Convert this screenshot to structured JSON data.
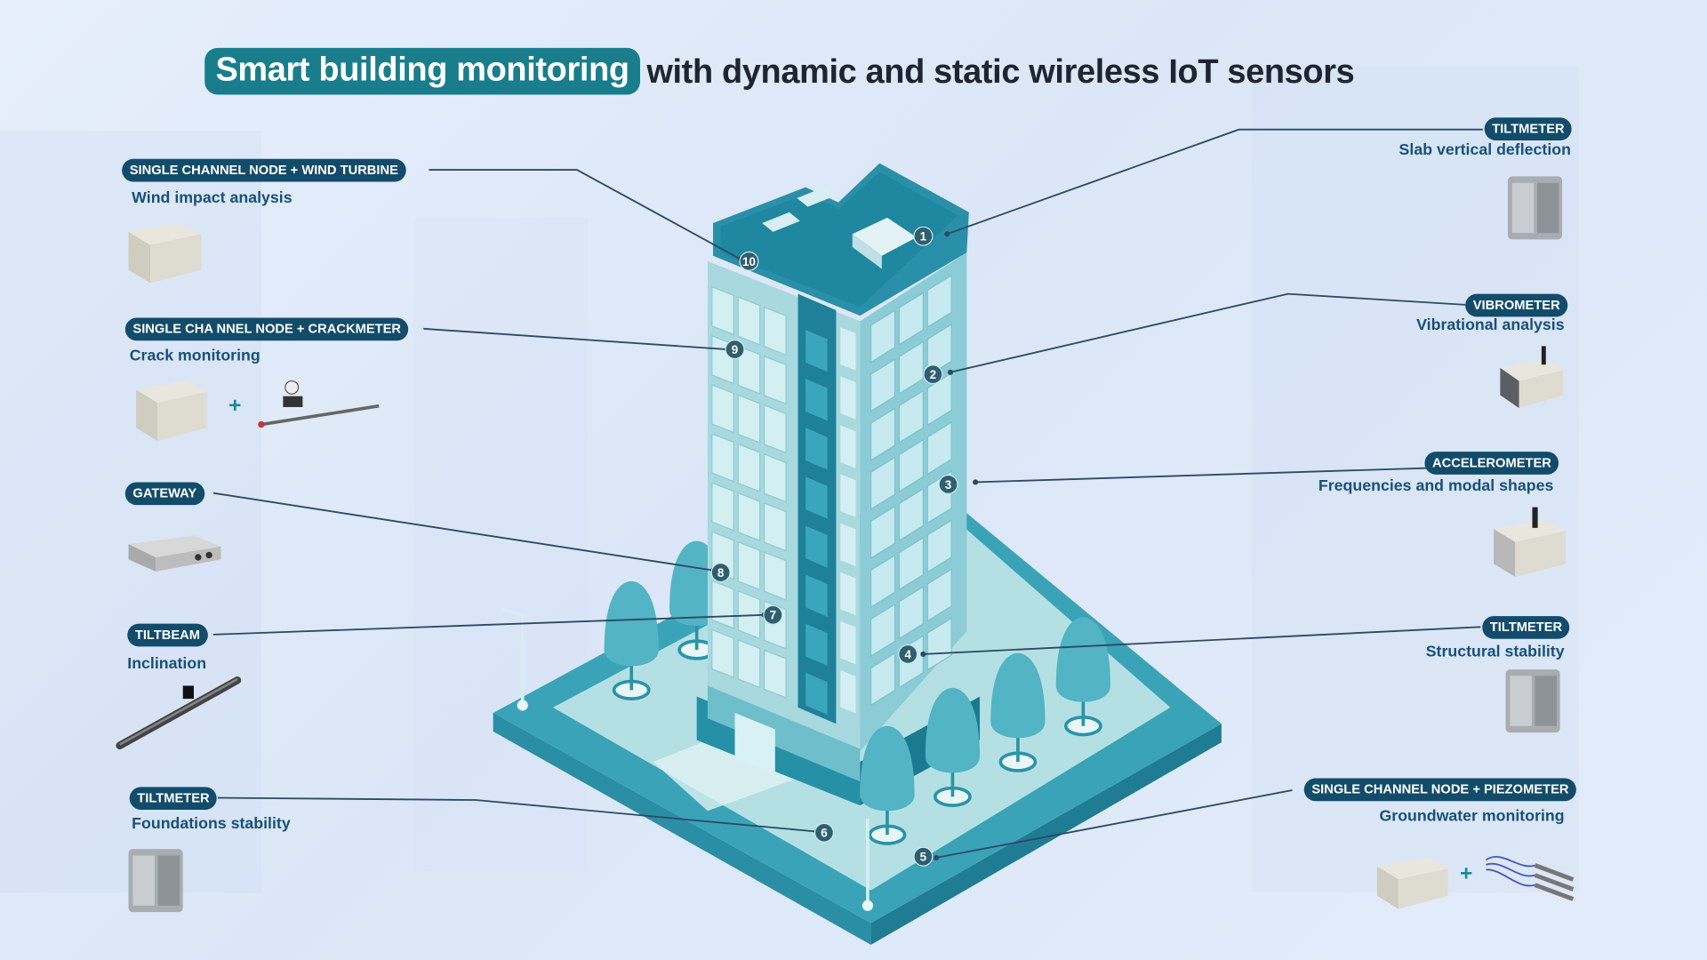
{
  "title": {
    "highlight": "Smart building monitoring",
    "rest": "with dynamic and static wireless IoT sensors"
  },
  "left_sensors": [
    {
      "badge": "SINGLE CHANNEL NODE + WIND TURBINE",
      "subtitle": "Wind impact analysis",
      "marker": "10"
    },
    {
      "badge": "SINGLE CHA NNEL NODE + CRACKMETER",
      "subtitle": "Crack monitoring",
      "marker": "9",
      "plus": "+"
    },
    {
      "badge": "GATEWAY",
      "marker": "8"
    },
    {
      "badge": "TILTBEAM",
      "subtitle": "Inclination",
      "marker": "7"
    },
    {
      "badge": "TILTMETER",
      "subtitle": "Foundations stability",
      "marker": "6"
    }
  ],
  "right_sensors": [
    {
      "badge": "TILTMETER",
      "subtitle": "Slab vertical deflection",
      "marker": "1"
    },
    {
      "badge": "VIBROMETER",
      "subtitle": "Vibrational analysis",
      "marker": "2"
    },
    {
      "badge": "ACCELEROMETER",
      "subtitle": "Frequencies and modal shapes",
      "marker": "3"
    },
    {
      "badge": "TILTMETER",
      "subtitle": "Structural stability",
      "marker": "4"
    },
    {
      "badge": "SINGLE CHANNEL NODE + PIEZOMETER",
      "subtitle": "Groundwater monitoring",
      "marker": "5",
      "plus": "+"
    }
  ],
  "colors": {
    "badge": "#124c6a",
    "title_highlight": "#1a7d8b",
    "subtitle": "#17507a",
    "building": "#2a8fa8"
  }
}
